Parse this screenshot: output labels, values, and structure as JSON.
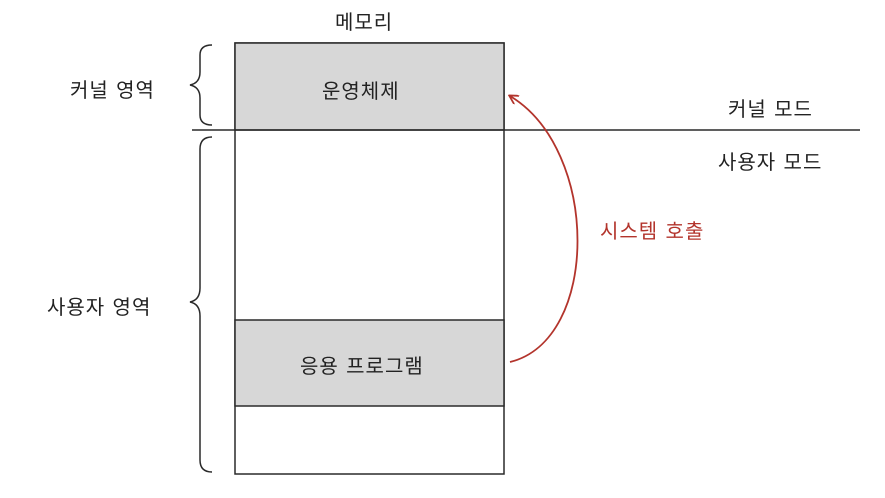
{
  "memory_title": "메모리",
  "regions": {
    "kernel_area_label": "커널 영역",
    "user_area_label": "사용자 영역"
  },
  "blocks": {
    "os_label": "운영체제",
    "app_label": "응용 프로그램"
  },
  "modes": {
    "kernel_mode_label": "커널 모드",
    "user_mode_label": "사용자 모드"
  },
  "call": {
    "label": "시스템 호출"
  },
  "colors": {
    "block_fill": "#d7d7d7",
    "line": "#2a2a2a",
    "accent": "#b3342c"
  }
}
